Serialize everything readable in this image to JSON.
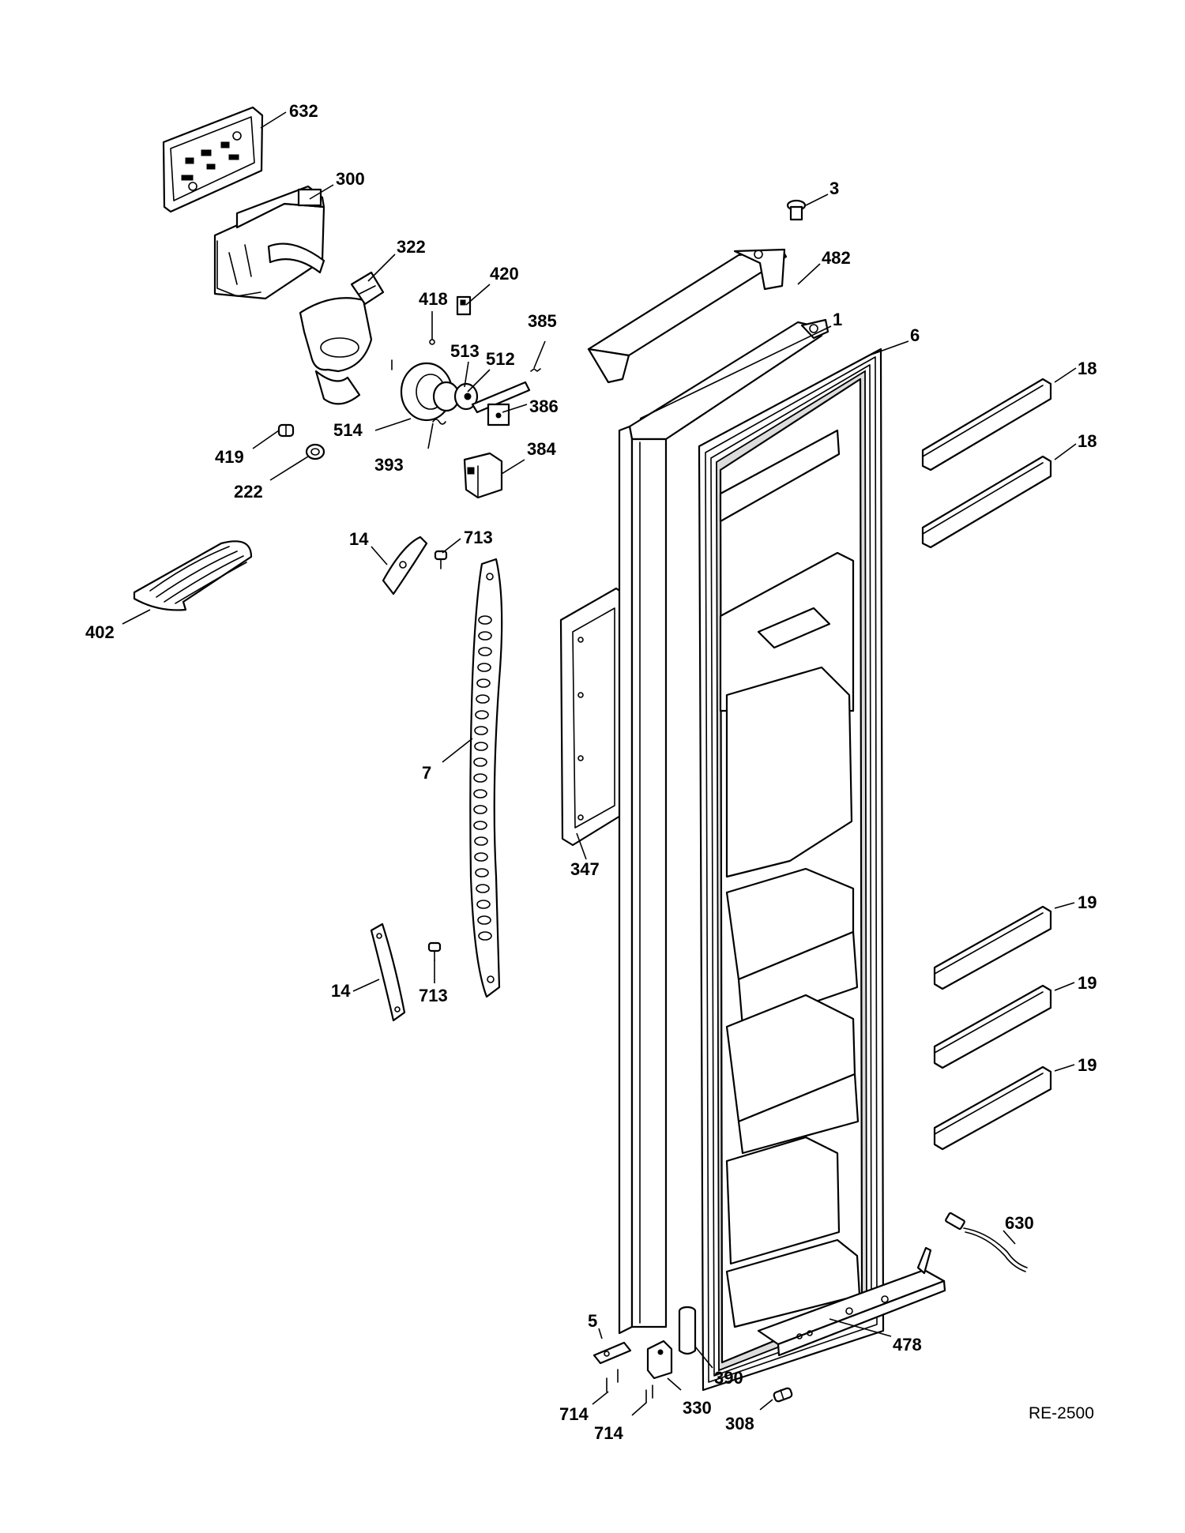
{
  "reference_code": "RE-2500",
  "callouts": [
    "632",
    "300",
    "322",
    "420",
    "418",
    "513",
    "512",
    "385",
    "386",
    "514",
    "419",
    "222",
    "393",
    "384",
    "3",
    "482",
    "1",
    "6",
    "18",
    "18",
    "713",
    "14",
    "402",
    "7",
    "347",
    "14",
    "713",
    "19",
    "19",
    "19",
    "630",
    "5",
    "390",
    "478",
    "714",
    "330",
    "714",
    "308"
  ]
}
